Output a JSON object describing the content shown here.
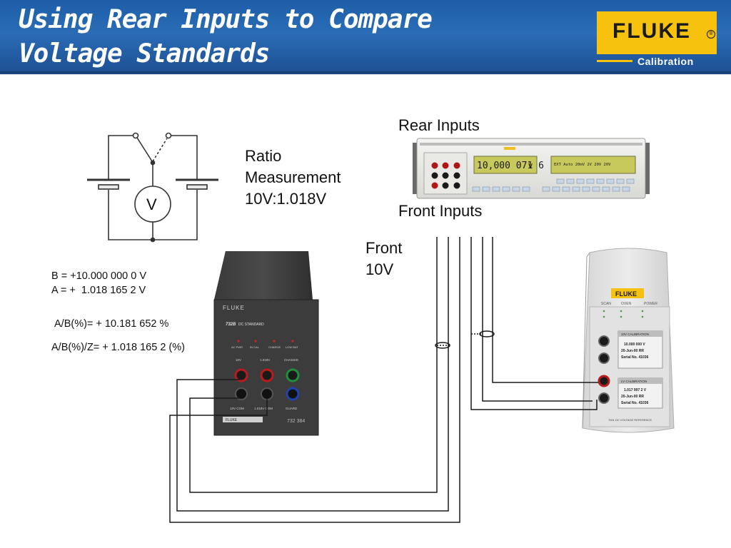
{
  "slide": {
    "title_line1": "Using Rear Inputs to Compare",
    "title_line2": "Voltage Standards"
  },
  "logo": {
    "brand": "FLUKE",
    "reg": "®",
    "sub": "Calibration"
  },
  "schematic": {
    "meter_symbol": "V"
  },
  "labels": {
    "ratio_line1": "Ratio",
    "ratio_line2": "Measurement",
    "ratio_line3": "10V:1.018V",
    "rear_inputs": "Rear Inputs",
    "front_inputs": "Front Inputs",
    "front_line1": "Front",
    "front_line2": "10V"
  },
  "equations": {
    "b_value": "B = +10.000 000 0 V",
    "a_value": "A = +  1.018 165 2 V",
    "ab_percent": "A/B(%)= + 10.181 652 %",
    "ab_z": "A/B(%)/Z= + 1.018 165 2 (%)"
  },
  "meter": {
    "display": "10,000 071 6",
    "unit": "V",
    "display_right": "EXT Auto     20mV  2V  20V  20V"
  },
  "dc_standard": {
    "brand": "FLUKE",
    "model": "732B",
    "model_desc": "DC STANDARD",
    "status_labels": [
      "AC PWR",
      "IN CAL",
      "CHARGE",
      "LOW BAT"
    ],
    "terminal_top_labels": [
      "10V",
      "1.018V",
      "CHASSIS"
    ],
    "terminal_bottom_labels": [
      "10V COM",
      "1.018V COM",
      "GUARD"
    ],
    "serial": "732 384"
  },
  "reference": {
    "brand": "FLUKE",
    "status_top": [
      "SCAN",
      "OVEN",
      "POWER"
    ],
    "cal1_header": "10V CALIBRATION",
    "cal1_line1": "10.000 000 V",
    "cal1_line2": "20-Jun-00     RR",
    "cal1_line3": "Serial No. 41036",
    "cal2_header": "LV CALIBRATION",
    "cal2_line1": "1.017 997 2 V",
    "cal2_line2": "20-Jun-00     RR",
    "cal2_line3": "Serial No. 41036",
    "footer": "7001 DC VOLTAGE REFERENCE"
  },
  "colors": {
    "header_blue": "#1f5ea7",
    "fluke_yellow": "#f7c20e",
    "wire": "#1a1a1a"
  }
}
